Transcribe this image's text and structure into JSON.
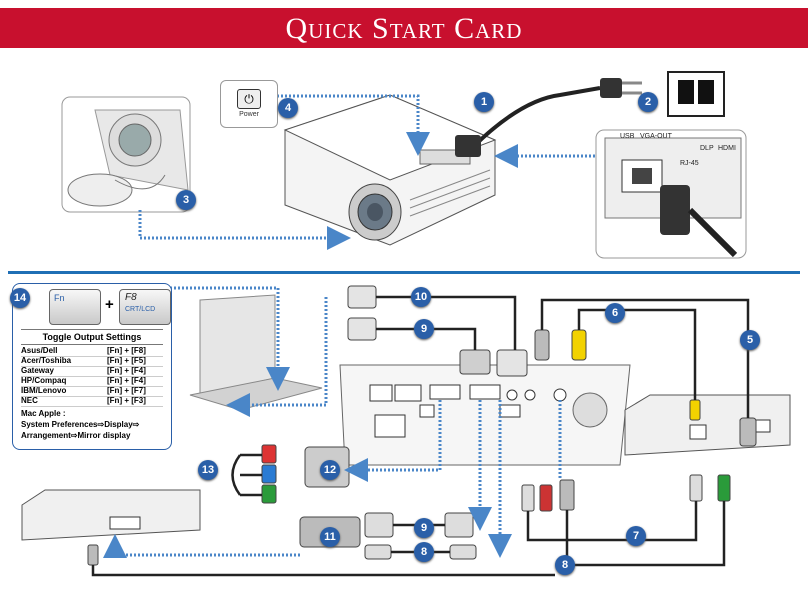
{
  "title": "Quick Start Card",
  "power_label": "Power",
  "badges": [
    "1",
    "2",
    "3",
    "4",
    "5",
    "6",
    "7",
    "8",
    "8",
    "9",
    "9",
    "10",
    "11",
    "12",
    "13",
    "14"
  ],
  "toggle": {
    "key_fn": "Fn",
    "key_f8": "F8",
    "key_f8_sub": "CRT/LCD",
    "plus": "+",
    "header": "Toggle Output Settings",
    "rows": [
      {
        "brand": "Asus/Dell",
        "keys": "[Fn] + [F8]"
      },
      {
        "brand": "Acer/Toshiba",
        "keys": "[Fn] + [F5]"
      },
      {
        "brand": "Gateway",
        "keys": "[Fn] + [F4]"
      },
      {
        "brand": "HP/Compaq",
        "keys": "[Fn] + [F4]"
      },
      {
        "brand": "IBM/Lenovo",
        "keys": "[Fn] + [F7]"
      },
      {
        "brand": "NEC",
        "keys": "[Fn] + [F3]"
      }
    ],
    "mac_title": "Mac Apple :",
    "mac_line1": "System Preferences⇨Display⇨",
    "mac_line2": "Arrangement⇨Mirror display"
  },
  "panel_labels": [
    "DLP",
    "HDMI",
    "RJ-45",
    "VGA-OUT",
    "USB"
  ],
  "colors": {
    "accent": "#c8102e",
    "badge": "#2a5fa8",
    "arrow": "#4a86c8"
  }
}
